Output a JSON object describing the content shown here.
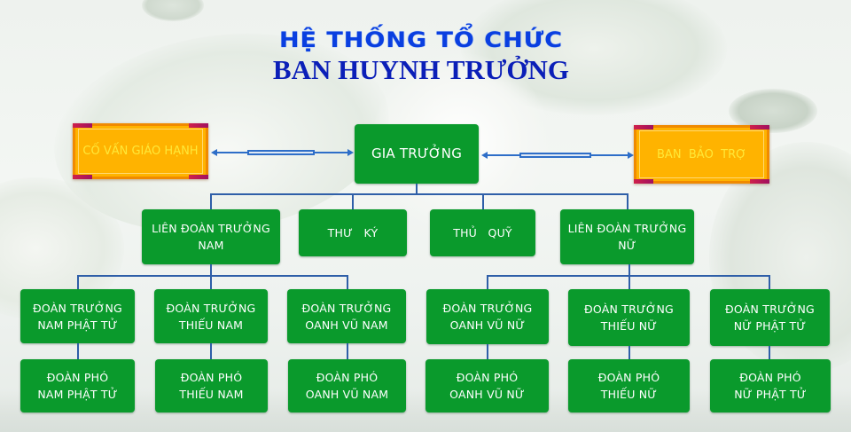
{
  "title": {
    "line1": "HỆ THỐNG TỔ CHỨC",
    "line2": "BAN HUYNH TRƯỞNG",
    "line1_color": "#0a3fe0",
    "line2_color": "#0b1fb8"
  },
  "colors": {
    "node_green": "#0a9a2c",
    "advisor_orange": "#ffb300",
    "advisor_text": "#ffe838",
    "connector_blue": "#2f5fa8"
  },
  "top_row": {
    "left_advisor": "CỐ VẤN GIÁO HẠNH",
    "head": "GIA TRƯỞNG",
    "right_advisor": "BAN  BẢO  TRỢ"
  },
  "second_row": [
    {
      "label": "LIÊN ĐOÀN TRƯỞNG\nNAM"
    },
    {
      "label": "THƯ   KÝ"
    },
    {
      "label": "THỦ   QUỸ"
    },
    {
      "label": "LIÊN ĐOÀN TRƯỞNG\nNỮ"
    }
  ],
  "unit_leaders": [
    {
      "label": "ĐOÀN TRƯỞNG\nNAM PHẬT TỬ"
    },
    {
      "label": "ĐOÀN TRƯỞNG\nTHIẾU NAM"
    },
    {
      "label": "ĐOÀN TRƯỞNG\nOANH VŨ NAM"
    },
    {
      "label": "ĐOÀN TRƯỞNG\nOANH VŨ NỮ"
    },
    {
      "label": "ĐOÀN TRƯỞNG\nTHIẾU NỮ"
    },
    {
      "label": "ĐOÀN TRƯỞNG\nNỮ PHẬT TỬ"
    }
  ],
  "unit_deputies": [
    {
      "label": "ĐOÀN PHÓ\nNAM PHẬT TỬ"
    },
    {
      "label": "ĐOÀN PHÓ\nTHIẾU NAM"
    },
    {
      "label": "ĐOÀN PHÓ\nOANH VŨ NAM"
    },
    {
      "label": "ĐOÀN PHÓ\nOANH VŨ NỮ"
    },
    {
      "label": "ĐOÀN PHÓ\nTHIẾU NỮ"
    },
    {
      "label": "ĐOÀN PHÓ\nNỮ PHẬT TỬ"
    }
  ]
}
